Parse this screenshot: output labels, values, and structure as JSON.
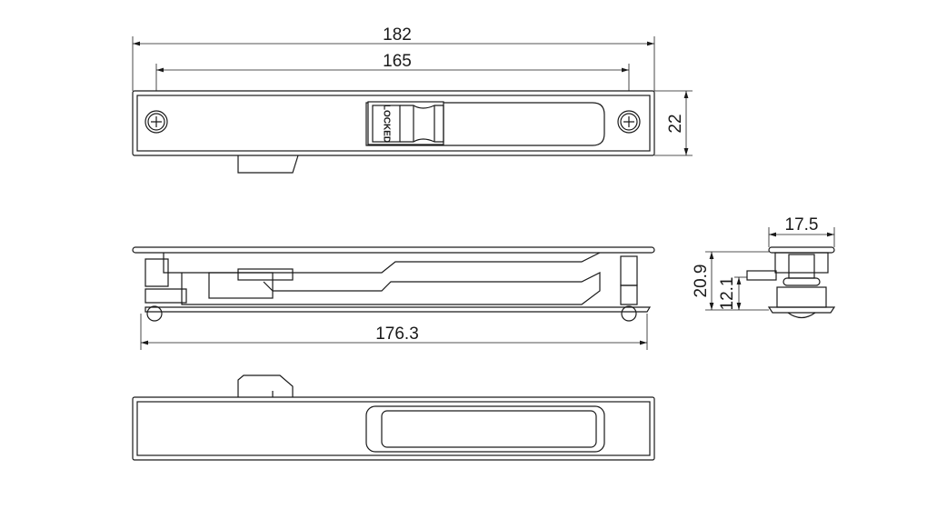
{
  "drawing": {
    "top_view": {
      "overall_length": "182",
      "screw_spacing": "165",
      "height": "22",
      "latch_label": "LOCKED"
    },
    "side_view": {
      "length": "176.3"
    },
    "end_view": {
      "width": "17.5",
      "height": "20.9",
      "hook_height": "12.1"
    }
  }
}
